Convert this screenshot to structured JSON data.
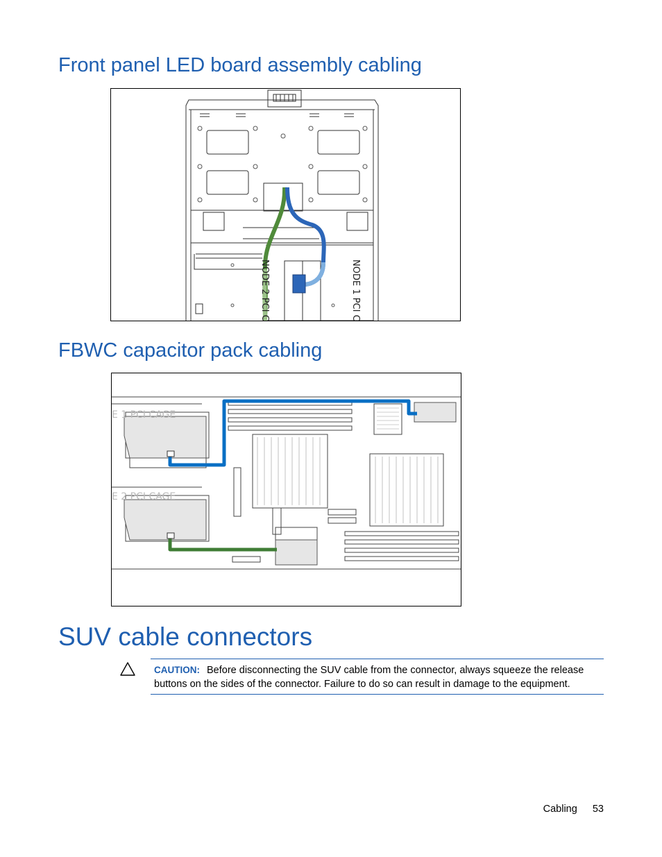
{
  "sections": {
    "led_title": "Front panel LED board assembly cabling",
    "fbwc_title": "FBWC capacitor pack cabling",
    "suv_title": "SUV cable connectors"
  },
  "figure1": {
    "label_node1": "NODE 1 PCI C",
    "label_node2": "NODE 2 PCI C",
    "cable_colors": {
      "green": "#4f8a3a",
      "green_light": "#9cc28a",
      "blue": "#2c66b8",
      "blue_light": "#7fb0e0"
    }
  },
  "figure2": {
    "label_cage1": "E 1 PCI CAGE",
    "label_cage2": "E 2 PCI CAGE",
    "cable_colors": {
      "blue": "#0a6fc4",
      "green": "#3f7d35"
    }
  },
  "caution": {
    "label": "CAUTION:",
    "text": "Before disconnecting the SUV cable from the connector, always squeeze the release buttons on the sides of the connector. Failure to do so can result in damage to the equipment."
  },
  "footer": {
    "section": "Cabling",
    "page_number": "53"
  }
}
